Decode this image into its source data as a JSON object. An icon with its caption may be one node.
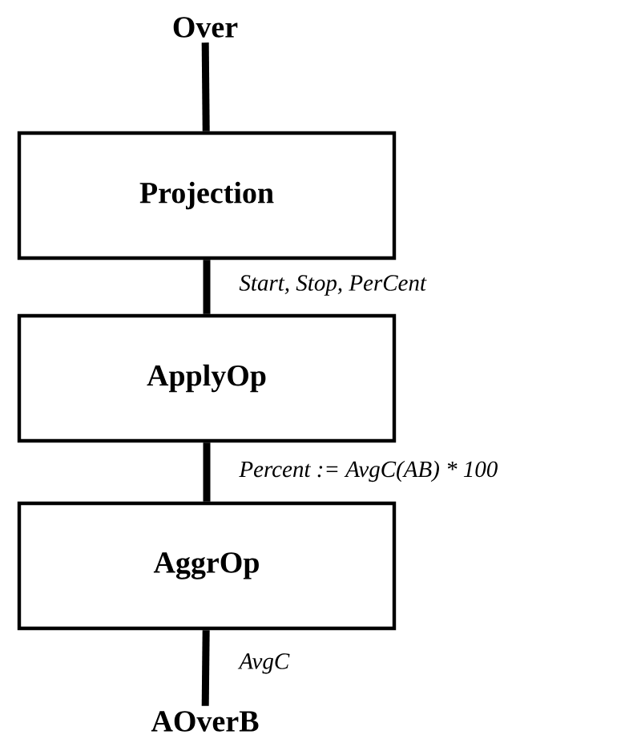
{
  "diagram": {
    "nodes": [
      {
        "text": [
          "Over"
        ]
      },
      {
        "text": [
          "Projection"
        ]
      },
      {
        "text": [
          "ApplyOp"
        ]
      },
      {
        "text": [
          "AggrOp"
        ]
      },
      {
        "text": [
          "AOverB"
        ]
      }
    ],
    "edges": [
      {
        "from": 0,
        "to": 1,
        "arrow": "none"
      },
      {
        "from": 1,
        "to": 2,
        "arrow": "none",
        "label": "Start, Stop, PerCent"
      },
      {
        "from": 2,
        "to": 3,
        "arrow": "none",
        "label": "Percent := AvgC(AB) * 100"
      },
      {
        "from": 3,
        "to": 4,
        "arrow": "none",
        "label": "AvgC"
      }
    ]
  }
}
